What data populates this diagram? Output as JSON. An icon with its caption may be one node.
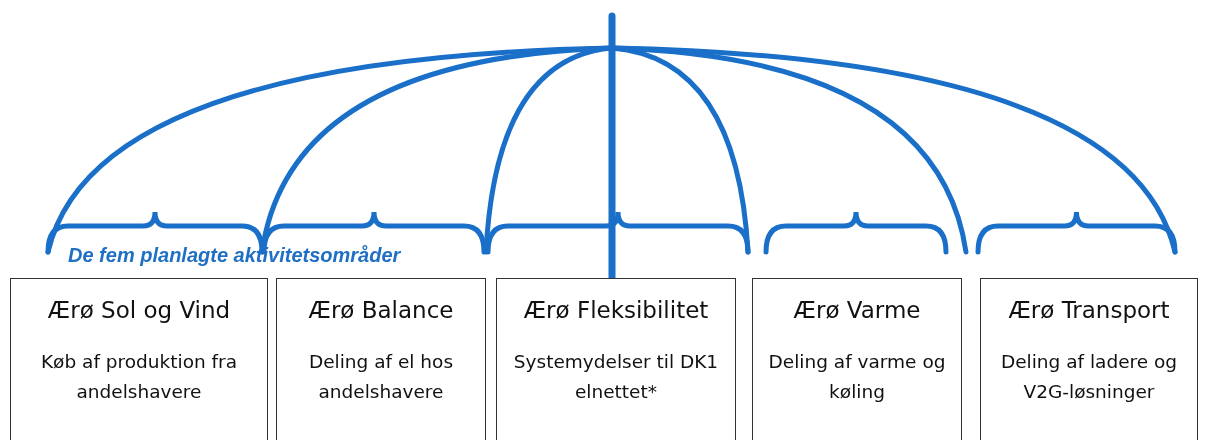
{
  "diagram": {
    "nodes": [
      {
        "text": [
          "Ærø Sol og Vind",
          "Køb af produktion fra andelshavere"
        ]
      },
      {
        "text": [
          "Ærø Balance",
          "Deling af el hos andelshavere"
        ]
      },
      {
        "text": [
          "Ærø Fleksibilitet",
          "Systemydelser til DK1 elnettet*"
        ]
      },
      {
        "text": [
          "Ærø Varme",
          "Deling af varme og køling"
        ]
      },
      {
        "text": [
          "Ærø Transport",
          "Deling af ladere og V2G-løsninger"
        ]
      }
    ],
    "labels": [
      "De fem planlagte aktivitetsområder"
    ]
  }
}
